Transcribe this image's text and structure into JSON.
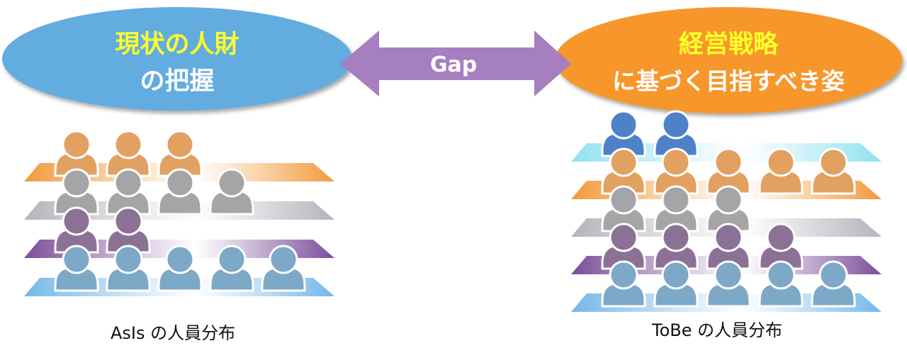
{
  "left_ellipse": {
    "line1": "現状の人財",
    "line2": "の把握",
    "fill": "#62ace0",
    "text_color": "#ffff2a"
  },
  "right_ellipse": {
    "line1": "経営戦略",
    "line2": "に基づく目指すべき姿",
    "fill": "#f7962a",
    "text_color": "#ffff2a"
  },
  "gap_arrow": {
    "label": "Gap",
    "fill": "#a57fc0",
    "text_color": "#ffffff"
  },
  "asis_label": "AsIs の人員分布",
  "tobe_label": "ToBe の人員分布",
  "colors": {
    "orange_layer": "#f29a3a",
    "gray_layer": "#b5b2bc",
    "purple_layer": "#7a4c9a",
    "blue_layer": "#74b7e8",
    "cyan_layer": "#8fe3f0",
    "orange_person": "#e2a061",
    "gray_person": "#a5a5a7",
    "purple_person": "#8c7196",
    "blue_person": "#7ea8c7",
    "darkblue_person": "#4f81c9"
  },
  "asis_distribution": [
    {
      "layer": "orange",
      "people": 3
    },
    {
      "layer": "gray",
      "people": 4
    },
    {
      "layer": "purple",
      "people": 2
    },
    {
      "layer": "blue",
      "people": 5
    }
  ],
  "tobe_distribution": [
    {
      "layer": "cyan",
      "people": 2
    },
    {
      "layer": "orange",
      "people": 5
    },
    {
      "layer": "gray",
      "people": 3
    },
    {
      "layer": "purple",
      "people": 4
    },
    {
      "layer": "blue",
      "people": 5
    }
  ]
}
